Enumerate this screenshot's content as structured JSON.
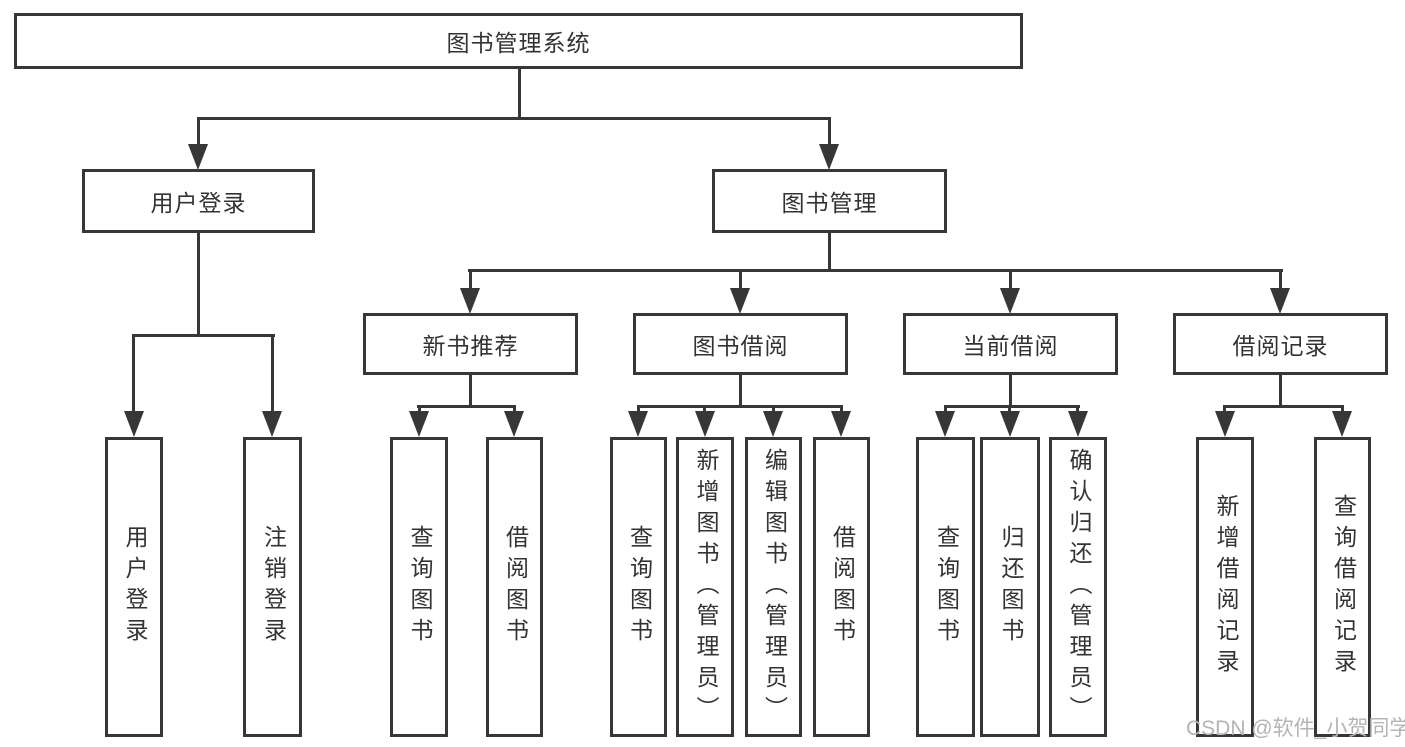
{
  "tree": {
    "root": {
      "label": "图书管理系统"
    },
    "branches": [
      {
        "label": "用户登录",
        "children": [
          {
            "label": "用户登录"
          },
          {
            "label": "注销登录"
          }
        ]
      },
      {
        "label": "图书管理",
        "children": [
          {
            "label": "新书推荐",
            "children": [
              {
                "label": "查询图书"
              },
              {
                "label": "借阅图书"
              }
            ]
          },
          {
            "label": "图书借阅",
            "children": [
              {
                "label": "查询图书"
              },
              {
                "label": "新增图书（管理员）"
              },
              {
                "label": "编辑图书（管理员）"
              },
              {
                "label": "借阅图书"
              }
            ]
          },
          {
            "label": "当前借阅",
            "children": [
              {
                "label": "查询图书"
              },
              {
                "label": "归还图书"
              },
              {
                "label": "确认归还（管理员）"
              }
            ]
          },
          {
            "label": "借阅记录",
            "children": [
              {
                "label": "新增借阅记录"
              },
              {
                "label": "查询借阅记录"
              }
            ]
          }
        ]
      }
    ]
  },
  "watermark": {
    "text": "CSDN @软件_小贺同学"
  },
  "colors": {
    "line": "#373737",
    "text": "#333333",
    "watermark": "#b4b4b4",
    "background": "#ffffff"
  }
}
